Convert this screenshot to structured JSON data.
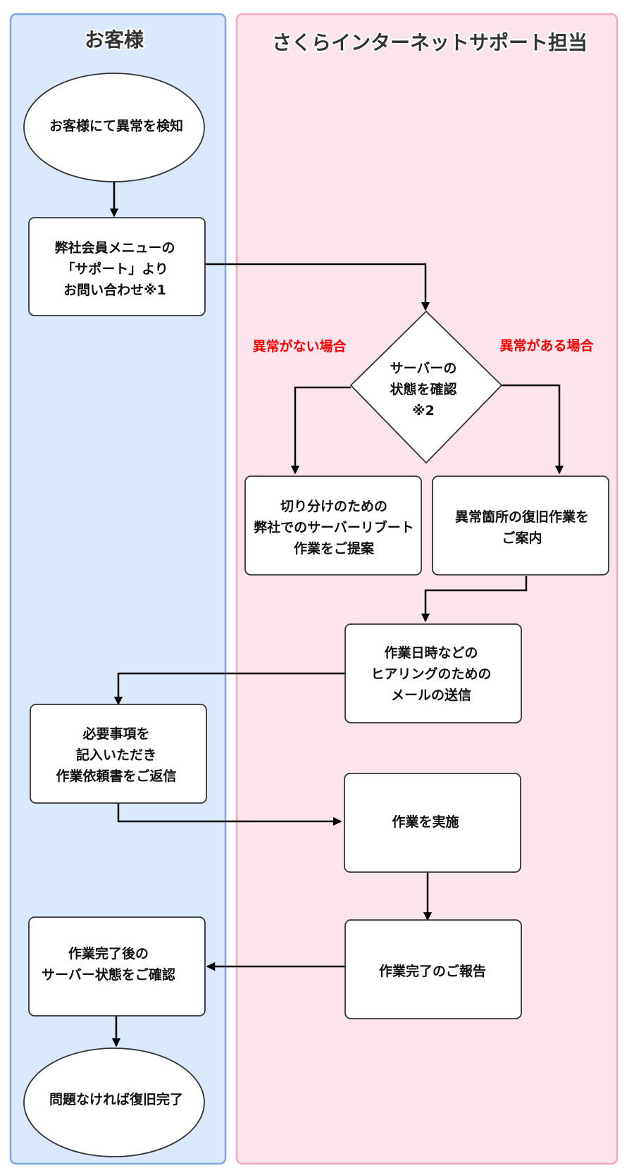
{
  "lanes": {
    "customer": "お客様",
    "support": "さくらインターネットサポート担当"
  },
  "nodes": {
    "start": [
      "お客様にて異常を検知"
    ],
    "inquiry": [
      "弊社会員メニューの",
      "「サポート」より",
      "お問い合わせ※1"
    ],
    "check": [
      "サーバーの",
      "状態を確認",
      "※2"
    ],
    "reboot": [
      "切り分けのための",
      "弊社でのサーバーリブート",
      "作業をご提案"
    ],
    "guide": [
      "異常箇所の復旧作業を",
      "ご案内"
    ],
    "hearing": [
      "作業日時などの",
      "ヒアリングのための",
      "メールの送信"
    ],
    "request": [
      "必要事項を",
      "記入いただき",
      "作業依頼書をご返信"
    ],
    "execute": [
      "作業を実施"
    ],
    "report": [
      "作業完了のご報告"
    ],
    "confirm": [
      "作業完了後の",
      "サーバー状態をご確認"
    ],
    "end": [
      "問題なければ復旧完了"
    ]
  },
  "branches": {
    "no_issue": "異常がない場合",
    "issue": "異常がある場合"
  },
  "colors": {
    "customer_fill": "#dae8fc",
    "customer_border": "#7ea6e0",
    "support_fill": "#fce4ec",
    "support_border": "#f4a7c0",
    "branch_text": "#ff0000"
  }
}
